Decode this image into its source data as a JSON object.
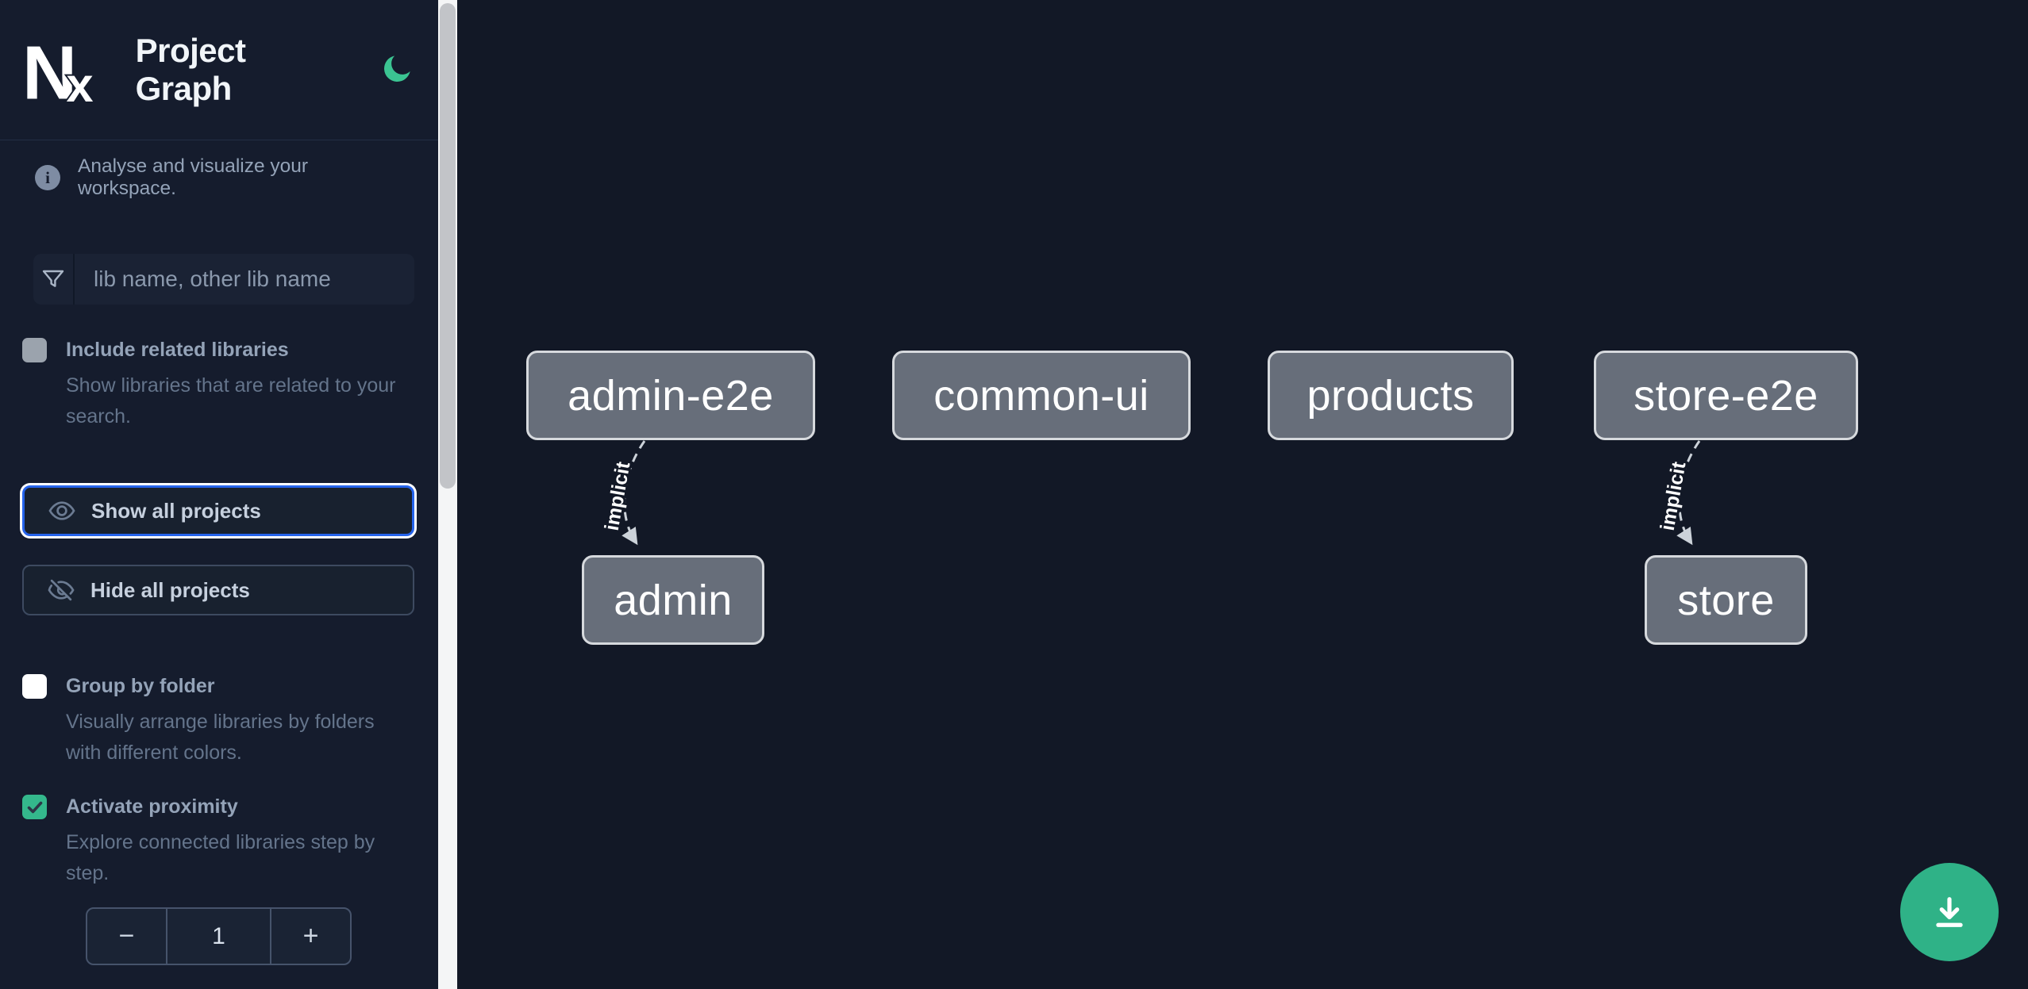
{
  "header": {
    "logo_text": "Nx",
    "title": "Project Graph"
  },
  "sidebar": {
    "info_text": "Analyse and visualize your workspace.",
    "search": {
      "placeholder": "lib name, other lib name",
      "value": ""
    },
    "include_related": {
      "label": "Include related libraries",
      "description": "Show libraries that are related to your search.",
      "checked": false
    },
    "show_all": {
      "label": "Show all projects"
    },
    "hide_all": {
      "label": "Hide all projects"
    },
    "group_by_folder": {
      "label": "Group by folder",
      "description": "Visually arrange libraries by folders with different colors.",
      "checked": false
    },
    "activate_proximity": {
      "label": "Activate proximity",
      "description": "Explore connected libraries step by step.",
      "checked": true
    },
    "proximity_stepper": {
      "decrease_label": "−",
      "value": "1",
      "increase_label": "+"
    }
  },
  "graph": {
    "nodes": [
      {
        "label": "admin-e2e"
      },
      {
        "label": "common-ui"
      },
      {
        "label": "products"
      },
      {
        "label": "store-e2e"
      },
      {
        "label": "admin"
      },
      {
        "label": "store"
      }
    ],
    "edges": [
      {
        "from": "admin-e2e",
        "to": "admin",
        "label": "implicit",
        "style": "dashed"
      },
      {
        "from": "store-e2e",
        "to": "store",
        "label": "implicit",
        "style": "dashed"
      }
    ]
  },
  "colors": {
    "accent_green": "#34b88c",
    "fab_green": "#2fb287",
    "focus_blue": "#2563eb",
    "node_fill": "#676e7a",
    "sidebar_bg": "#151c2d",
    "canvas_bg": "#121826"
  }
}
